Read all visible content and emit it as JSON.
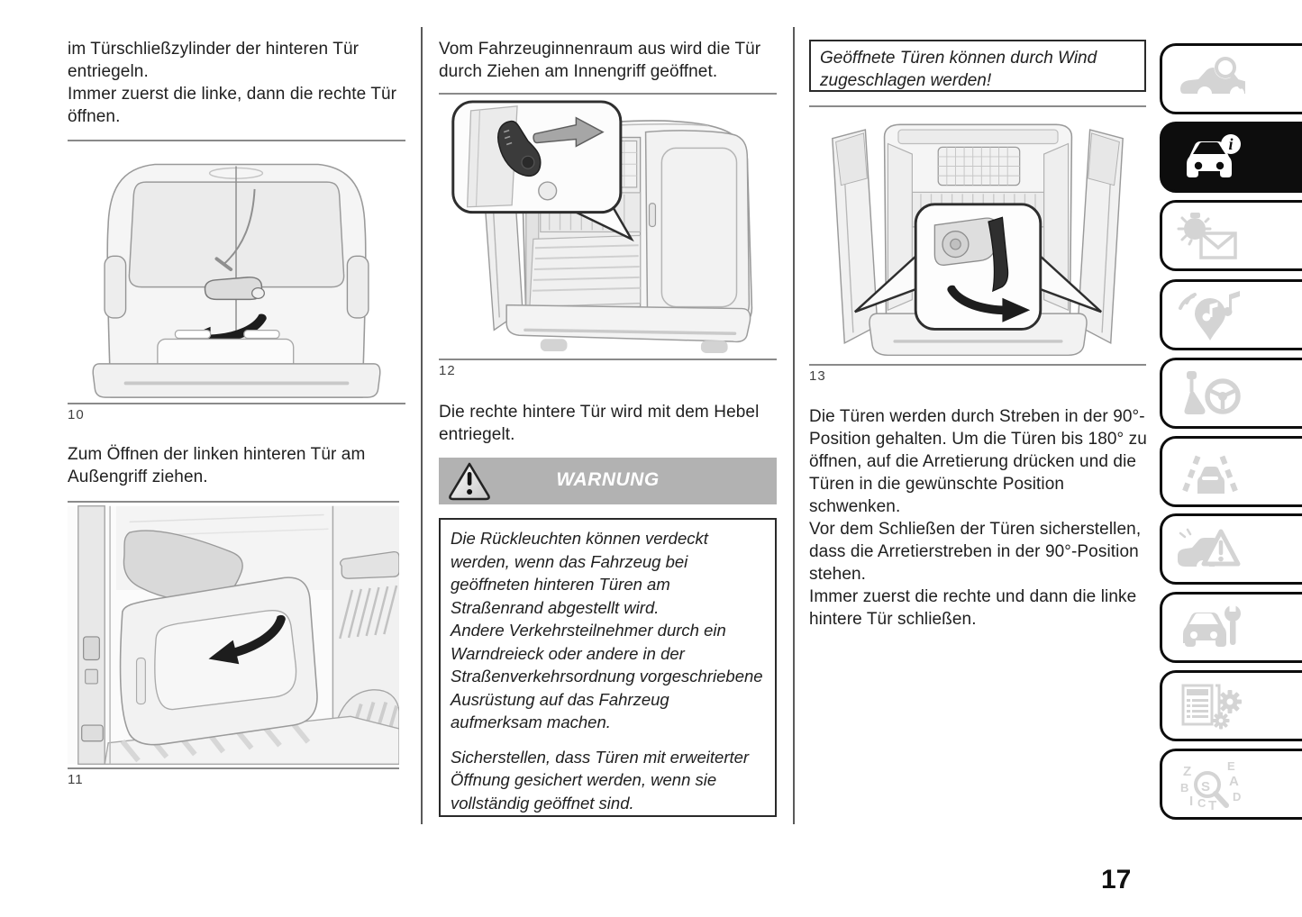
{
  "document": {
    "page_number": "17",
    "column1": {
      "para1": "im Türschließzylinder der hinteren Tür entriegeln.",
      "para2": "Immer zuerst die linke, dann die rechte Tür öffnen.",
      "figure1_caption": "10",
      "para3": "Zum Öffnen der linken hinteren Tür am Außengriff ziehen.",
      "figure2_caption": "11"
    },
    "column2": {
      "para1": "Vom Fahrzeuginnenraum aus wird die Tür durch Ziehen am Innengriff geöffnet.",
      "figure_caption": "12",
      "para2": "Die rechte hintere Tür wird mit dem Hebel entriegelt.",
      "warning_banner": "WARNUNG",
      "warning_text1": "Die Rückleuchten können verdeckt werden, wenn das Fahrzeug bei geöffneten hinteren Türen am Straßenrand abgestellt wird.",
      "warning_text2": "Andere Verkehrsteilnehmer durch ein Warndreieck oder andere in der Straßenverkehrsordnung vorgeschriebene Ausrüstung auf das Fahrzeug aufmerksam machen.",
      "warning_text3": "Sicherstellen, dass Türen mit erweiterter Öffnung gesichert werden, wenn sie vollständig geöffnet sind."
    },
    "column3": {
      "note": "Geöffnete Türen können durch Wind zugeschlagen werden!",
      "figure_caption": "13",
      "para1": "Die Türen werden durch Streben in der 90°-Position gehalten. Um die Türen bis 180° zu öffnen, auf die Arretierung drücken und die Türen in die gewünschte Position schwenken.",
      "para2": "Vor dem Schließen der Türen sicherstellen, dass die Arretierstreben in der 90°-Position stehen.",
      "para3": "Immer zuerst die rechte und dann die linke hintere Tür schließen."
    }
  },
  "sidebar": {
    "items": [
      {
        "icon": "car-search-icon",
        "active": false
      },
      {
        "icon": "car-info-icon",
        "active": true
      },
      {
        "icon": "warning-lights-icon",
        "active": false
      },
      {
        "icon": "multimedia-navigation-icon",
        "active": false
      },
      {
        "icon": "gearshift-steering-icon",
        "active": false
      },
      {
        "icon": "driving-lanes-icon",
        "active": false
      },
      {
        "icon": "emergency-triangle-icon",
        "active": false
      },
      {
        "icon": "car-service-icon",
        "active": false
      },
      {
        "icon": "technical-data-icon",
        "active": false
      },
      {
        "icon": "index-search-icon",
        "active": false
      }
    ]
  },
  "colors": {
    "active_tab_bg": "#0d0d0d",
    "inactive_icon": "#d4d4d4",
    "warning_banner_bg": "#b2b2b2",
    "warning_banner_text": "#ffffff"
  }
}
